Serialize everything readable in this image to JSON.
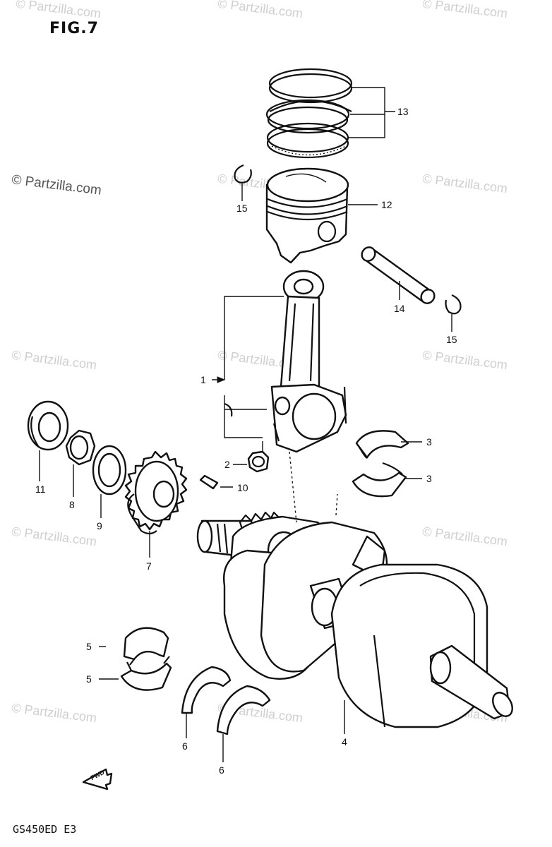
{
  "figure": {
    "title": "FIG.7",
    "model_code": "GS450ED  E3"
  },
  "watermarks": {
    "text": "© Partzilla.com"
  },
  "callouts": {
    "c1": "1",
    "c2": "2",
    "c3a": "3",
    "c3b": "3",
    "c4": "4",
    "c5a": "5",
    "c5b": "5",
    "c6a": "6",
    "c6b": "6",
    "c7": "7",
    "c8": "8",
    "c9": "9",
    "c10": "10",
    "c11": "11",
    "c12": "12",
    "c13": "13",
    "c14": "14",
    "c15a": "15",
    "c15b": "15"
  },
  "fwd_label": "FWD"
}
